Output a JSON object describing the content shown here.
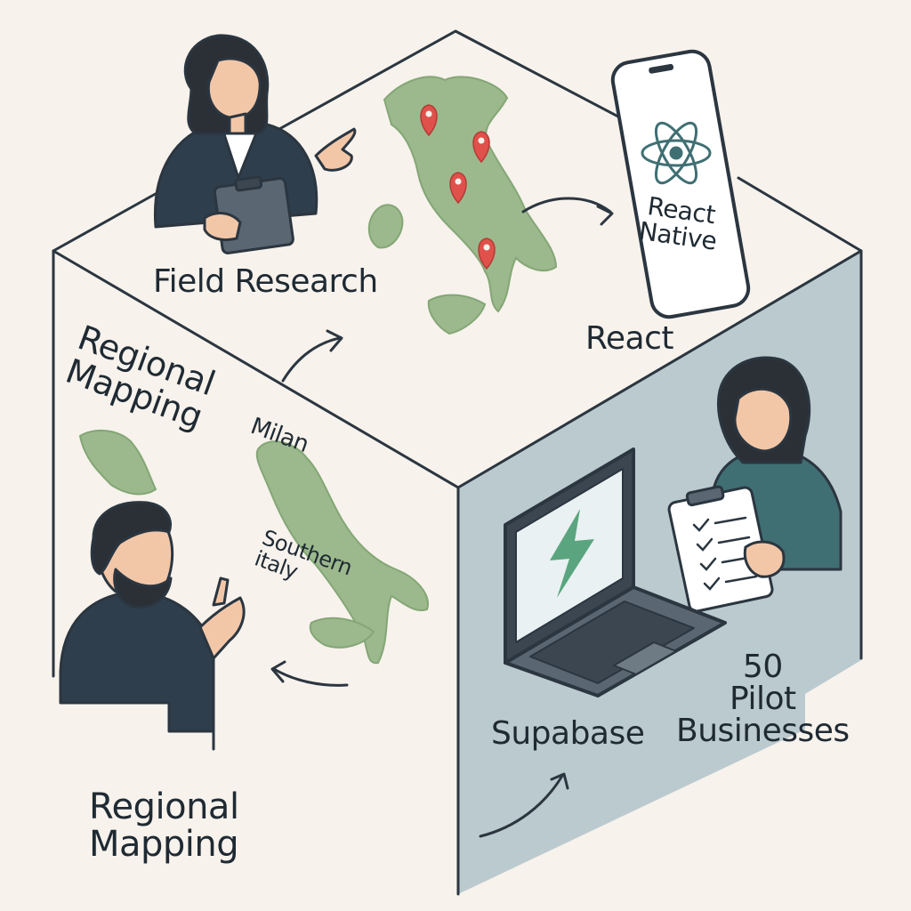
{
  "labels": {
    "field_research": "Field Research",
    "react_native": "React\nNative",
    "react": "React",
    "regional_mapping_top": "Regional\nMapping",
    "milan": "Milan",
    "southern_italy": "Southern\nitaly",
    "regional_mapping_bottom": "Regional\nMapping",
    "supabase": "Supabase",
    "pilot_businesses": "50\nPilot\nBusinesses"
  },
  "icons": {
    "react_logo": "react-logo-icon",
    "supabase_logo": "lightning-bolt-icon",
    "location_pin": "location-pin-icon",
    "clipboard": "clipboard-icon",
    "checklist": "checklist-icon"
  },
  "colors": {
    "background": "#f7f2ec",
    "outline": "#2b3640",
    "map_green": "#9cb98d",
    "panel_blue": "#b7c7cc",
    "pin_red": "#e0514b",
    "accent_teal": "#3f6f73"
  }
}
